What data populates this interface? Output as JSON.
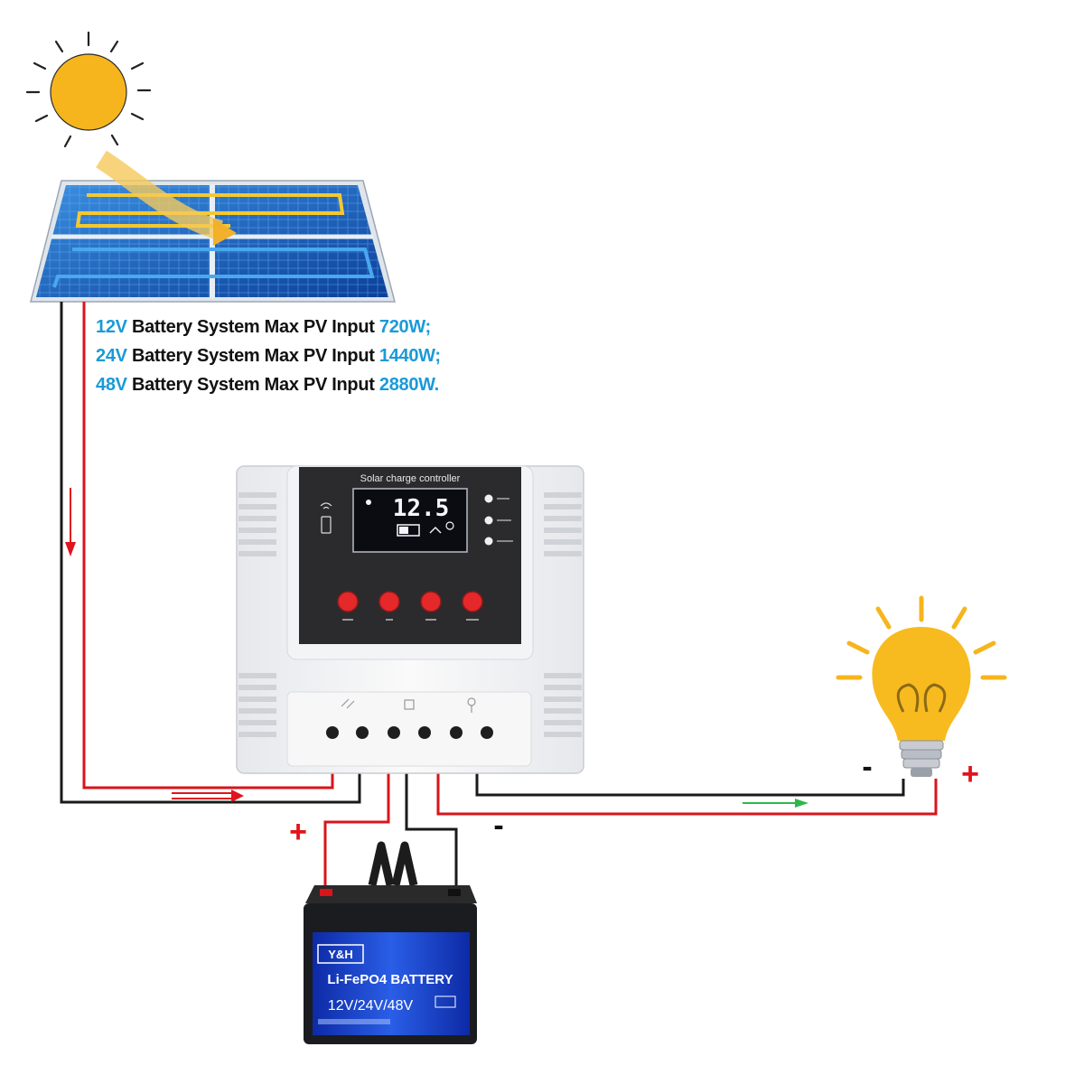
{
  "specs": [
    {
      "voltage": "12V",
      "label": "Battery System Max PV Input",
      "power": "720W;"
    },
    {
      "voltage": "24V",
      "label": "Battery System Max PV Input",
      "power": "1440W;"
    },
    {
      "voltage": "48V",
      "label": "Battery System Max PV Input",
      "power": "2880W."
    }
  ],
  "controller": {
    "title": "Solar charge controller",
    "display_value": "12.5"
  },
  "polarity": {
    "battery_positive": "+",
    "battery_negative": "-",
    "load_negative": "-",
    "load_positive": "+"
  },
  "battery": {
    "brand": "Y&H",
    "type": "Li-FePO4 BATTERY",
    "voltages": "12V/24V/48V"
  },
  "colors": {
    "positive_wire": "#d9141b",
    "negative_wire": "#1a1a1a",
    "current_arrow_charge": "#e0141b",
    "current_arrow_load": "#2eb84a",
    "sun": "#f7b51d",
    "highlight_text": "#1a9ad8"
  }
}
